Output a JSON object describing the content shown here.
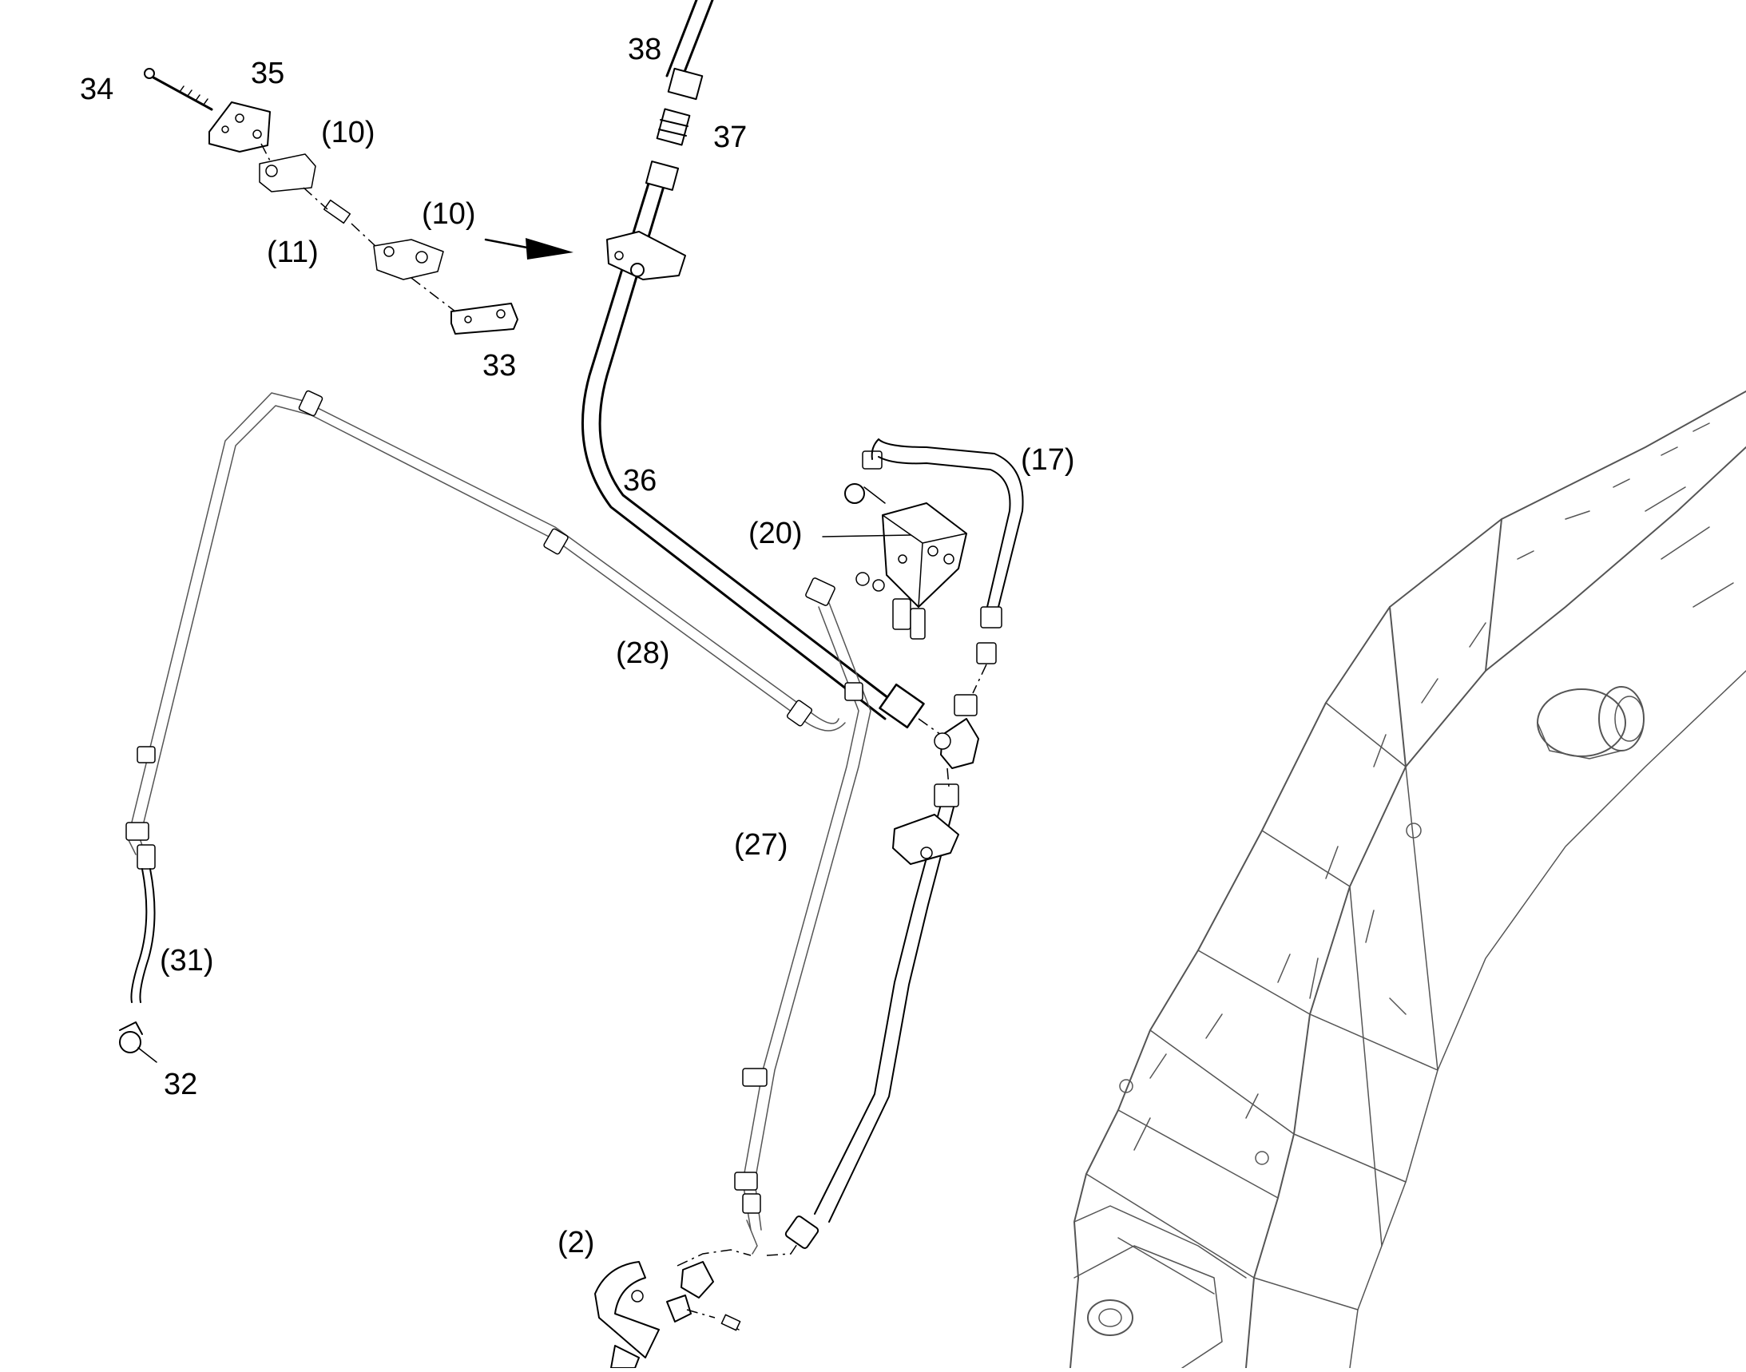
{
  "diagram": {
    "type": "exploded-parts-diagram",
    "colors": {
      "line": "#000000",
      "background": "#ffffff",
      "boom_line": "#555555"
    },
    "callouts": [
      {
        "id": "c34",
        "text": "34"
      },
      {
        "id": "c35",
        "text": "35"
      },
      {
        "id": "c10a",
        "text": "(10)"
      },
      {
        "id": "c11",
        "text": "(11)"
      },
      {
        "id": "c10b",
        "text": "(10)"
      },
      {
        "id": "c33",
        "text": "33"
      },
      {
        "id": "c38",
        "text": "38"
      },
      {
        "id": "c37",
        "text": "37"
      },
      {
        "id": "c36",
        "text": "36"
      },
      {
        "id": "c17",
        "text": "(17)"
      },
      {
        "id": "c20",
        "text": "(20)"
      },
      {
        "id": "c28",
        "text": "(28)"
      },
      {
        "id": "c27",
        "text": "(27)"
      },
      {
        "id": "c31",
        "text": "(31)"
      },
      {
        "id": "c32",
        "text": "32"
      },
      {
        "id": "c2",
        "text": "(2)"
      }
    ]
  }
}
